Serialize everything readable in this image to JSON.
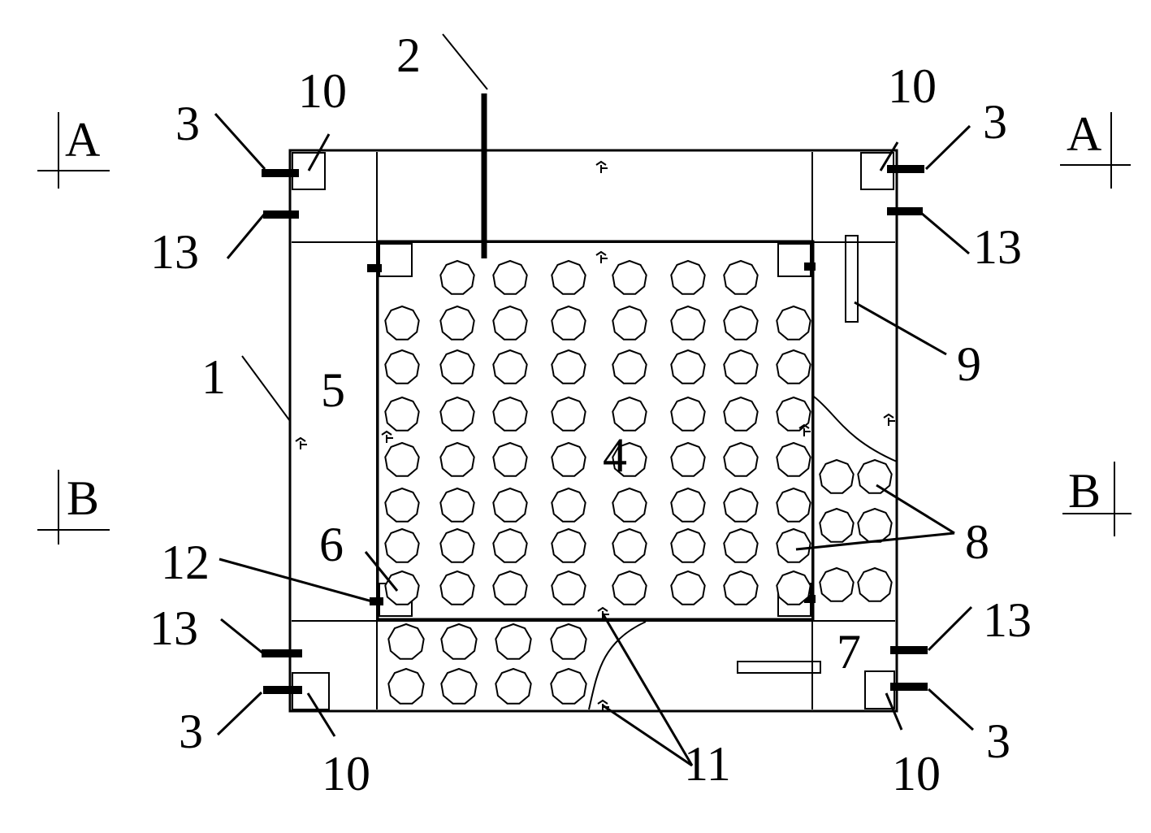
{
  "section_marks": {
    "a_left": "A",
    "a_right": "A",
    "b_left": "B",
    "b_right": "B"
  },
  "callouts": {
    "outer_wall": "1",
    "pipe": "2",
    "top_left_anchor": "3",
    "top_right_anchor": "3",
    "bottom_left_anchor": "3",
    "bottom_right_anchor": "3",
    "inner_pit": "4",
    "left_bench": "5",
    "inner_corner": "6",
    "bottom_right_zone": "7",
    "right_piles": "8",
    "slot": "9",
    "top_left_corner": "10",
    "top_right_corner": "10",
    "bottom_left_corner": "10",
    "bottom_right_corner": "10",
    "markers": "11",
    "inner_anchor": "12",
    "top_left_tie": "13",
    "top_right_tie": "13",
    "bottom_left_tie": "13",
    "bottom_right_tie": "13"
  },
  "colors": {
    "ink": "#000000",
    "paper": "#ffffff"
  }
}
